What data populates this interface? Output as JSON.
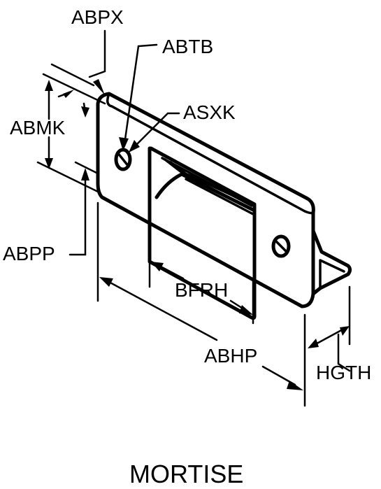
{
  "labels": {
    "abpx": "ABPX",
    "abtb": "ABTB",
    "asxk": "ASXK",
    "abmk": "ABMK",
    "abpp": "ABPP",
    "bfrh": "BFRH",
    "abhp": "ABHP",
    "hgth": "HGTH"
  },
  "caption": "MORTISE",
  "colors": {
    "ink": "#000000",
    "background": "#ffffff"
  }
}
